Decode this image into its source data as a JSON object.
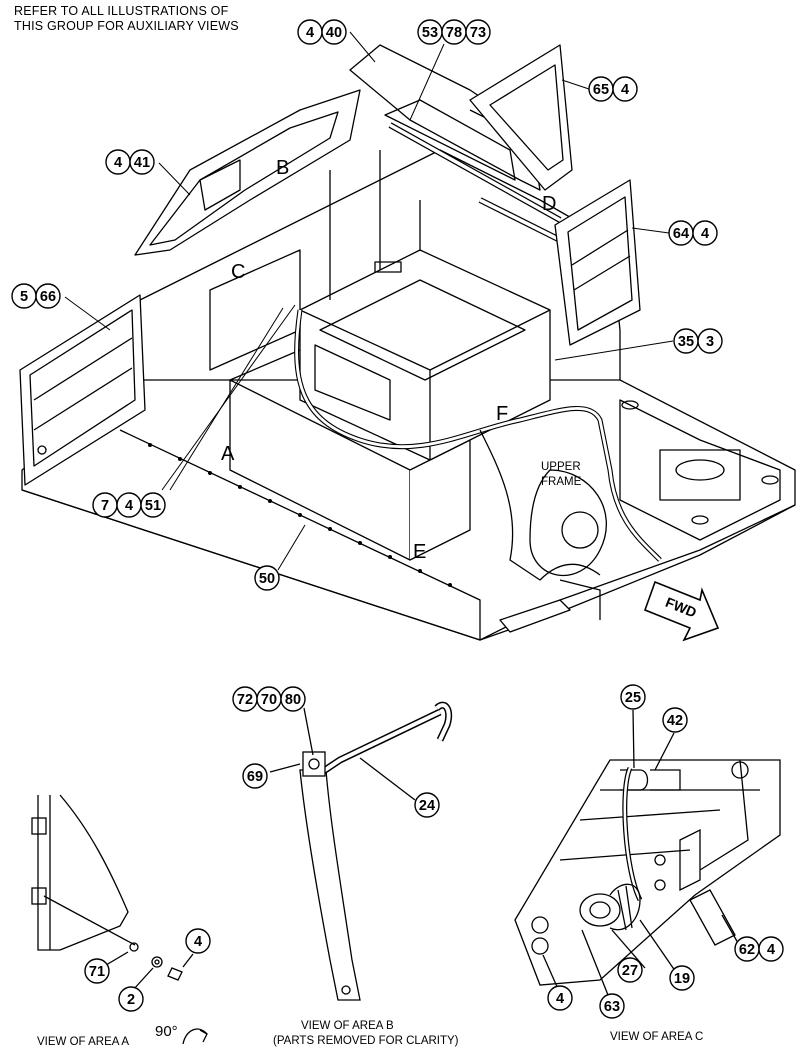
{
  "header_note": {
    "line1": "REFER TO ALL ILLUSTRATIONS OF",
    "line2": "THIS GROUP FOR AUXILIARY VIEWS"
  },
  "callout_groups": [
    [
      "4",
      "40"
    ],
    [
      "53",
      "78",
      "73"
    ],
    [
      "65",
      "4"
    ],
    [
      "4",
      "41"
    ],
    [
      "64",
      "4"
    ],
    [
      "5",
      "66"
    ],
    [
      "35",
      "3"
    ],
    [
      "7",
      "4",
      "51"
    ],
    [
      "50"
    ],
    [
      "72",
      "70",
      "80"
    ],
    [
      "69"
    ],
    [
      "24"
    ],
    [
      "71"
    ],
    [
      "2"
    ],
    [
      "4"
    ],
    [
      "25"
    ],
    [
      "42"
    ],
    [
      "62",
      "4"
    ],
    [
      "4"
    ],
    [
      "63"
    ],
    [
      "27"
    ],
    [
      "19"
    ]
  ],
  "area_letters": [
    "A",
    "B",
    "C",
    "D",
    "E",
    "F"
  ],
  "frame_label": {
    "line1": "UPPER",
    "line2": "FRAME"
  },
  "direction_arrow": "FWD",
  "captions": {
    "view_a": "VIEW OF AREA A",
    "rotation": "90°",
    "view_b_line1": "VIEW OF AREA B",
    "view_b_line2": "(PARTS REMOVED FOR CLARITY)",
    "view_c": "VIEW OF AREA C"
  },
  "colors": {
    "ink": "#000000",
    "paper": "#ffffff"
  }
}
